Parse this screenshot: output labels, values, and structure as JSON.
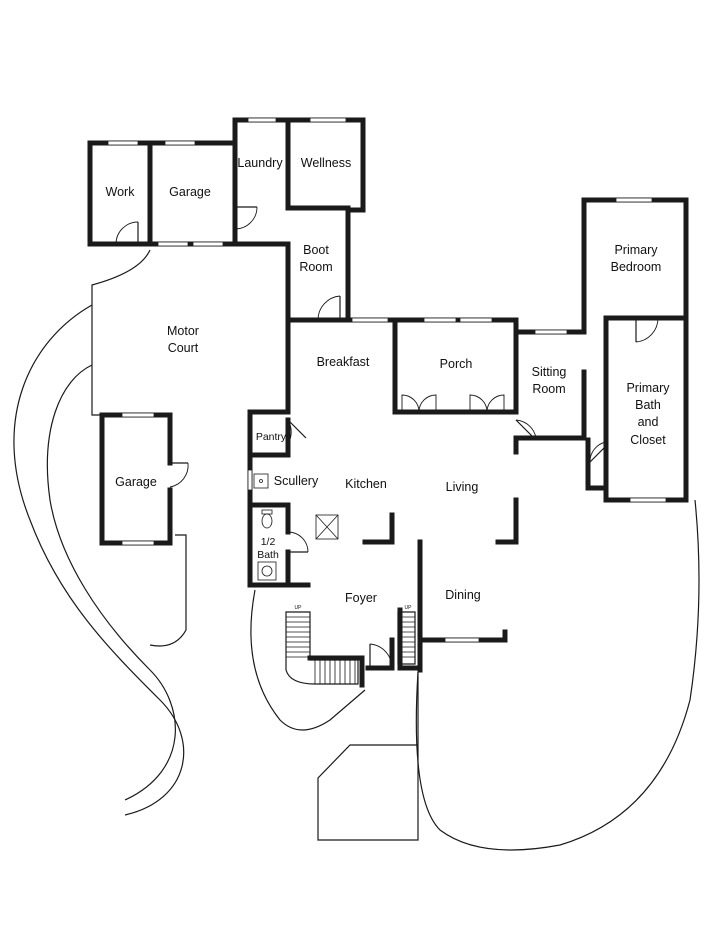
{
  "rooms": {
    "work": "Work",
    "garage_north": "Garage",
    "laundry": "Laundry",
    "wellness": "Wellness",
    "boot_room": [
      "Boot",
      "Room"
    ],
    "primary_bedroom": [
      "Primary",
      "Bedroom"
    ],
    "motor_court": [
      "Motor",
      "Court"
    ],
    "breakfast": "Breakfast",
    "porch": "Porch",
    "sitting_room": [
      "Sitting",
      "Room"
    ],
    "primary_bath": [
      "Primary",
      "Bath",
      "and",
      "Closet"
    ],
    "pantry": "Pantry",
    "scullery": "Scullery",
    "kitchen": "Kitchen",
    "living": "Living",
    "garage_west": "Garage",
    "half_bath": [
      "1/2",
      "Bath"
    ],
    "foyer": "Foyer",
    "dining": "Dining"
  },
  "stairs": {
    "up_label": "UP"
  }
}
